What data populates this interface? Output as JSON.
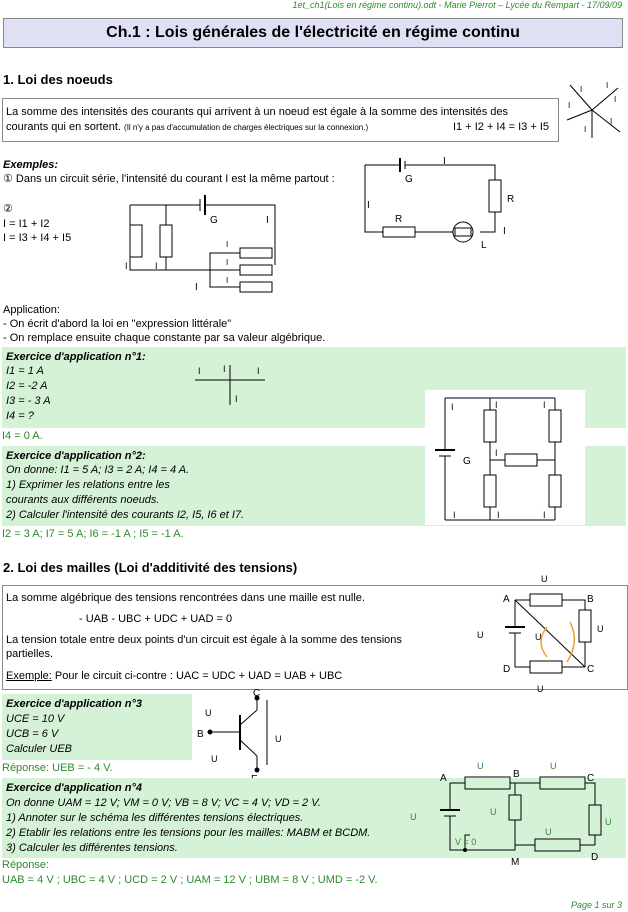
{
  "header": "1et_ch1(Lois en régime continu).odt - Marie Pierrot – Lycée du Rempart - 17/09/09",
  "title": "Ch.1 : Lois générales de l'électricité en régime continu",
  "s1": {
    "heading": "1. Loi des noeuds",
    "rule_1": "La somme des intensités des courants qui arrivent à un noeud est égale à la somme des intensités des",
    "rule_2": "courants qui en sortent.",
    "rule_note": "(Il n'y a pas d'accumulation de charges électriques sur la connexion.)",
    "rule_eq": "I1 + I2 + I4 = I3 + I5",
    "examples": "Exemples:",
    "ex1": "① Dans un circuit série, l'intensité du courant I est la même partout :",
    "ex2_num": "②",
    "ex2_eq1": "I = I1 + I2",
    "ex2_eq2": "I = I3 + I4 + I5",
    "application": "Application:",
    "app1": "- On écrit d'abord la loi en \"expression littérale\"",
    "app2": "- On remplace ensuite chaque constante par sa valeur algébrique.",
    "exo1_title": "Exercice d'application n°1:",
    "exo1_l1": "I1 = 1 A",
    "exo1_l2": "I2 = -2 A",
    "exo1_l3": "I3 = - 3 A",
    "exo1_l4": "I4 = ?",
    "exo1_ans": "I4 = 0 A.",
    "exo2_title": "Exercice d'application n°2:",
    "exo2_l1": "On donne: I1 = 5 A; I3 = 2 A; I4 = 4 A.",
    "exo2_l2": "1) Exprimer les relations entre les",
    "exo2_l3": "courants aux différents noeuds.",
    "exo2_l4": "2) Calculer l'intensité des courants I2, I5, I6 et I7.",
    "exo2_ans": "I2 = 3 A; I7 = 5 A; I6 = -1 A ; I5 = -1 A."
  },
  "s2": {
    "heading": "2. Loi des mailles (Loi d'additivité des tensions)",
    "rule_1": "La somme algébrique des tensions rencontrées dans une maille est nulle.",
    "rule_eq": "- UAB - UBC + UDC + UAD = 0",
    "rule_2": "La tension totale entre deux points d'un circuit est égale à la somme des tensions",
    "rule_3": "partielles.",
    "example_label": "Exemple:",
    "example_text": " Pour le circuit ci-contre : UAC = UDC + UAD = UAB + UBC",
    "exo3_title": "Exercice d'application n°3",
    "exo3_l1": "UCE = 10 V",
    "exo3_l2": "UCB = 6 V",
    "exo3_l3": "Calculer UEB",
    "exo3_ans": "Réponse: UEB = - 4 V.",
    "exo4_title": "Exercice d'application n°4",
    "exo4_l1": "On donne UAM = 12 V; VM = 0 V; VB = 8 V; VC = 4 V; VD = 2 V.",
    "exo4_l2": "1) Annoter sur le schéma les différentes tensions électriques.",
    "exo4_l3": "2) Etablir les relations entre les tensions pour les mailles: MABM et BCDM.",
    "exo4_l4": "3) Calculer les différentes tensions.",
    "exo4_ans_label": "Réponse:",
    "exo4_ans": "UAB = 4 V ; UBC = 4 V ; UCD = 2 V ; UAM = 12 V ; UBM = 8 V ; UMD = -2 V."
  },
  "footer": "Page 1 sur 3",
  "colors": {
    "title_bg": "#e0e0f4",
    "exercise_bg": "#d6f2d6",
    "answer": "#2d8a2d",
    "orange": "#f0a030"
  }
}
